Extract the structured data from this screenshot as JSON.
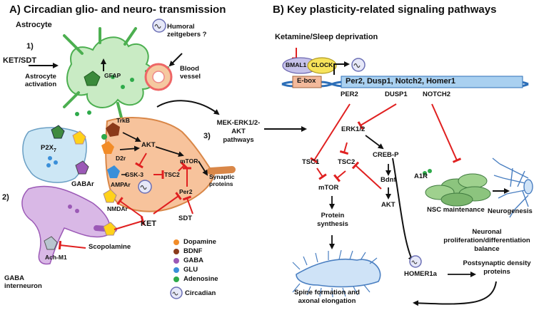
{
  "panel_a": {
    "title": "A) Circadian glio- and neuro- transmission",
    "astrocyte": "Astrocyte",
    "step1": "1)",
    "step2": "2)",
    "step3": "3)",
    "ket_sdt": "KET/SDT",
    "astro_activation": "Astrocyte activation",
    "gfap": "GFAP",
    "humoral": "Humoral zeitgebers ?",
    "blood_vessel": "Blood vessel",
    "p2x7": "P2X",
    "p2x7_sub": "7",
    "gabar": "GABAr",
    "trkb": "TrkB",
    "akt": "AKT",
    "d2r": "D2r",
    "gsk3": "GSK-3",
    "tsc2": "TSC2",
    "mtor": "mTOR",
    "synaptic_proteins": "Synaptic proteins",
    "ampar": "AMPAr",
    "per2": "Per2",
    "nmdar": "NMDAr",
    "sdt": "SDT",
    "ket": "KET",
    "scopolamine": "Scopolamine",
    "achm1": "Ach-M1",
    "gaba_interneuron": "GABA interneuron",
    "pathway": "MEK-ERK1/2-AKT pathways"
  },
  "legend": {
    "items": [
      {
        "label": "Dopamine",
        "color": "#f28c28"
      },
      {
        "label": "BDNF",
        "color": "#8b3a1a"
      },
      {
        "label": "GABA",
        "color": "#9b59b6"
      },
      {
        "label": "GLU",
        "color": "#3a8fd9"
      },
      {
        "label": "Adenosine",
        "color": "#2eaa4a"
      }
    ],
    "circadian": "Circadian"
  },
  "panel_b": {
    "title": "B)  Key plasticity-related signaling pathways",
    "ketamine": "Ketamine/Sleep deprivation",
    "bmal1": "BMAL1",
    "clock": "CLOCK",
    "ebox": "E-box",
    "genes": "Per2,  Dusp1,  Notch2,  Homer1",
    "per2": "PER2",
    "dusp1": "DUSP1",
    "notch2": "NOTCH2",
    "erk": "ERK1/2",
    "tsc1": "TSC1",
    "tsc2": "TSC2",
    "crebp": "CREB-P",
    "mtor": "mTOR",
    "bdnf": "Bdnf",
    "akt": "AKT",
    "protein_synthesis": "Protein synthesis",
    "a1r": "A1R",
    "nsc": "NSC maintenance",
    "neurogenesis": "Neurogenesis",
    "neuronal_balance": "Neuronal proliferation/differentiation balance",
    "homer1a": "HOMER1a",
    "postsynaptic": "Postsynaptic density proteins",
    "spine": "Spine formation and axonal elongation"
  }
}
